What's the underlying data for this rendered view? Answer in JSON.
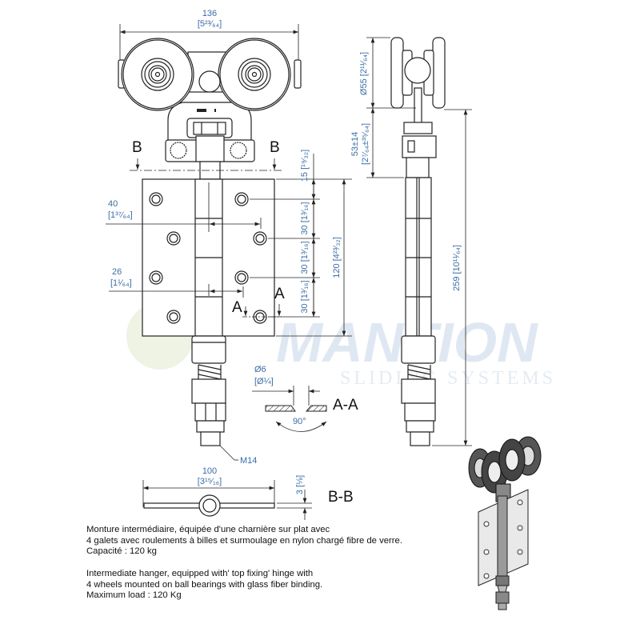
{
  "watermark": {
    "brand": "MANTION",
    "tagline": "SLIDING SYSTEMS"
  },
  "front_view": {
    "width_mm": "136",
    "width_in": "[5²³⁄₆₄]",
    "section_b_label_left": "B",
    "section_b_label_right": "B",
    "section_a_label_left": "A",
    "section_a_label_right": "A",
    "hole_offset_top_mm": "40",
    "hole_offset_top_in": "[1³⁷⁄₆₄]",
    "hole_offset_bottom_mm": "26",
    "hole_offset_bottom_in": "[1¹⁄₆₄]",
    "top_offset": "15 [¹⁹⁄₃₂]",
    "pitch_1": "30 [1³⁄₁₆]",
    "pitch_2": "30 [1³⁄₁₆]",
    "pitch_3": "30 [1³⁄₁₆]",
    "plate_height": "120 [4²³⁄₃₂]",
    "thread_label": "M14"
  },
  "section_aa": {
    "title": "A-A",
    "hole_mm": "Ø6",
    "hole_in": "[Ø¼]",
    "angle": "90°"
  },
  "section_bb": {
    "title": "B-B",
    "length_mm": "100",
    "length_in": "[3¹⁵⁄₁₆]",
    "thickness": "3 [⅛]"
  },
  "side_view": {
    "wheel_dia": "Ø55 [2¹¹⁄₆₄]",
    "adjust_mm": "53±14",
    "adjust_in": "[2⁷⁄₆₄±³⁵⁄₆₄]",
    "total_height": "259 [10¹¹⁄₆₄]"
  },
  "description": {
    "fr": [
      "Monture intermédiaire, équipée d'une charnière sur plat avec",
      "4 galets avec roulements à billes et surmoulage en nylon chargé fibre de verre.",
      "Capacité : 120 kg"
    ],
    "en": [
      "Intermediate hanger, equipped with' top fixing' hinge with",
      "4 wheels mounted on ball bearings with glass fiber binding.",
      "Maximum load : 120 Kg"
    ]
  },
  "colors": {
    "dimension": "#3a6ea5",
    "line": "#222222",
    "watermark": "#dfe8f2"
  }
}
